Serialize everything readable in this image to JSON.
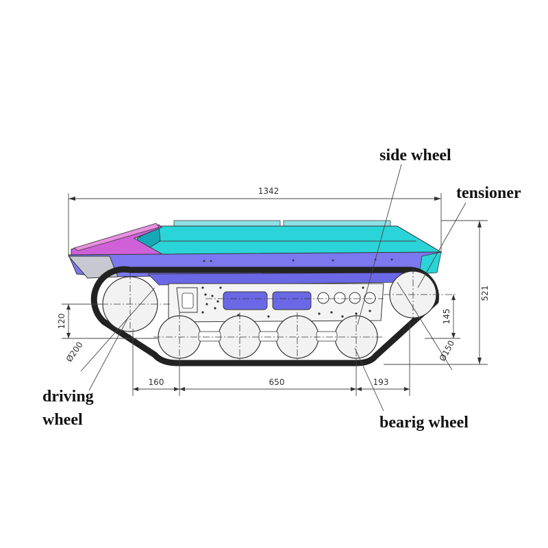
{
  "labels": {
    "side_wheel": "side wheel",
    "tensioner": "tensioner",
    "driving_wheel_line1": "driving",
    "driving_wheel_line2": "wheel",
    "bearing_wheel": "bearig wheel"
  },
  "dimensions": {
    "overall_length": "1342",
    "overall_height": "521",
    "drive_wheel_axle_height": "120",
    "drive_wheel_diameter": "Ø200",
    "tensioner_axle_height": "145",
    "tensioner_diameter": "Ø150",
    "drive_to_first_bearing": "160",
    "bearing_span": "650",
    "last_bearing_to_tensioner": "193"
  },
  "colors": {
    "top_deck": "#2ad4d8",
    "top_deck_dark": "#16a8b8",
    "hull_band": "#7b78f0",
    "hull_band_dark": "#5a57d8",
    "front_slope": "#d060d8",
    "front_slope_light": "#e890e0",
    "gray_panel": "#c8c8d0",
    "frame": "#f4f4f4",
    "frame_windows": "#6b68e6",
    "wheel_fill": "#f2f2f2",
    "track": "#222222"
  }
}
